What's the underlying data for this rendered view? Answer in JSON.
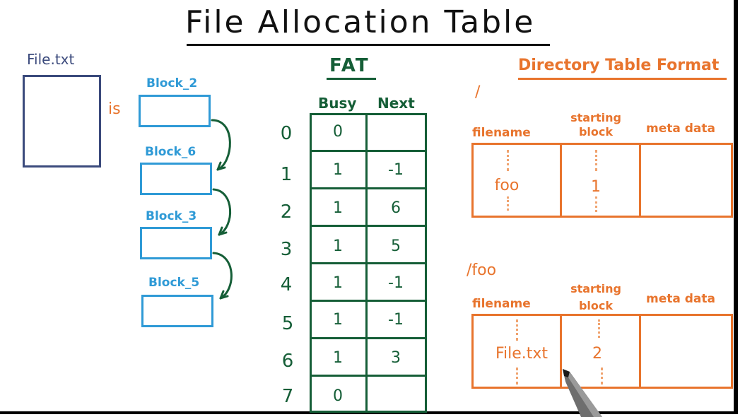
{
  "title": "File Allocation Table",
  "file": {
    "name": "File.txt",
    "is": "is"
  },
  "blocks": [
    "Block_2",
    "Block_6",
    "Block_3",
    "Block_5"
  ],
  "fat": {
    "label": "FAT",
    "headers": {
      "busy": "Busy",
      "next": "Next"
    },
    "rows": [
      {
        "index": "0",
        "busy": "0",
        "next": ""
      },
      {
        "index": "1",
        "busy": "1",
        "next": "-1"
      },
      {
        "index": "2",
        "busy": "1",
        "next": "6"
      },
      {
        "index": "3",
        "busy": "1",
        "next": "5"
      },
      {
        "index": "4",
        "busy": "1",
        "next": "-1"
      },
      {
        "index": "5",
        "busy": "1",
        "next": "-1"
      },
      {
        "index": "6",
        "busy": "1",
        "next": "3"
      },
      {
        "index": "7",
        "busy": "0",
        "next": ""
      }
    ]
  },
  "directory": {
    "title": "Directory Table Format",
    "tables": [
      {
        "path": "/",
        "headers": {
          "filename": "filename",
          "starting": "starting",
          "block": "block",
          "metadata": "meta data"
        },
        "entry": {
          "filename": "foo",
          "starting_block": "1"
        }
      },
      {
        "path": "/foo",
        "headers": {
          "filename": "filename",
          "starting": "starting",
          "block": "block",
          "metadata": "meta data"
        },
        "entry": {
          "filename": "File.txt",
          "starting_block": "2"
        }
      }
    ]
  },
  "colors": {
    "blue": "#2f9ad6",
    "green": "#155e37",
    "orange": "#e8742d",
    "navy": "#3b4a7c"
  }
}
